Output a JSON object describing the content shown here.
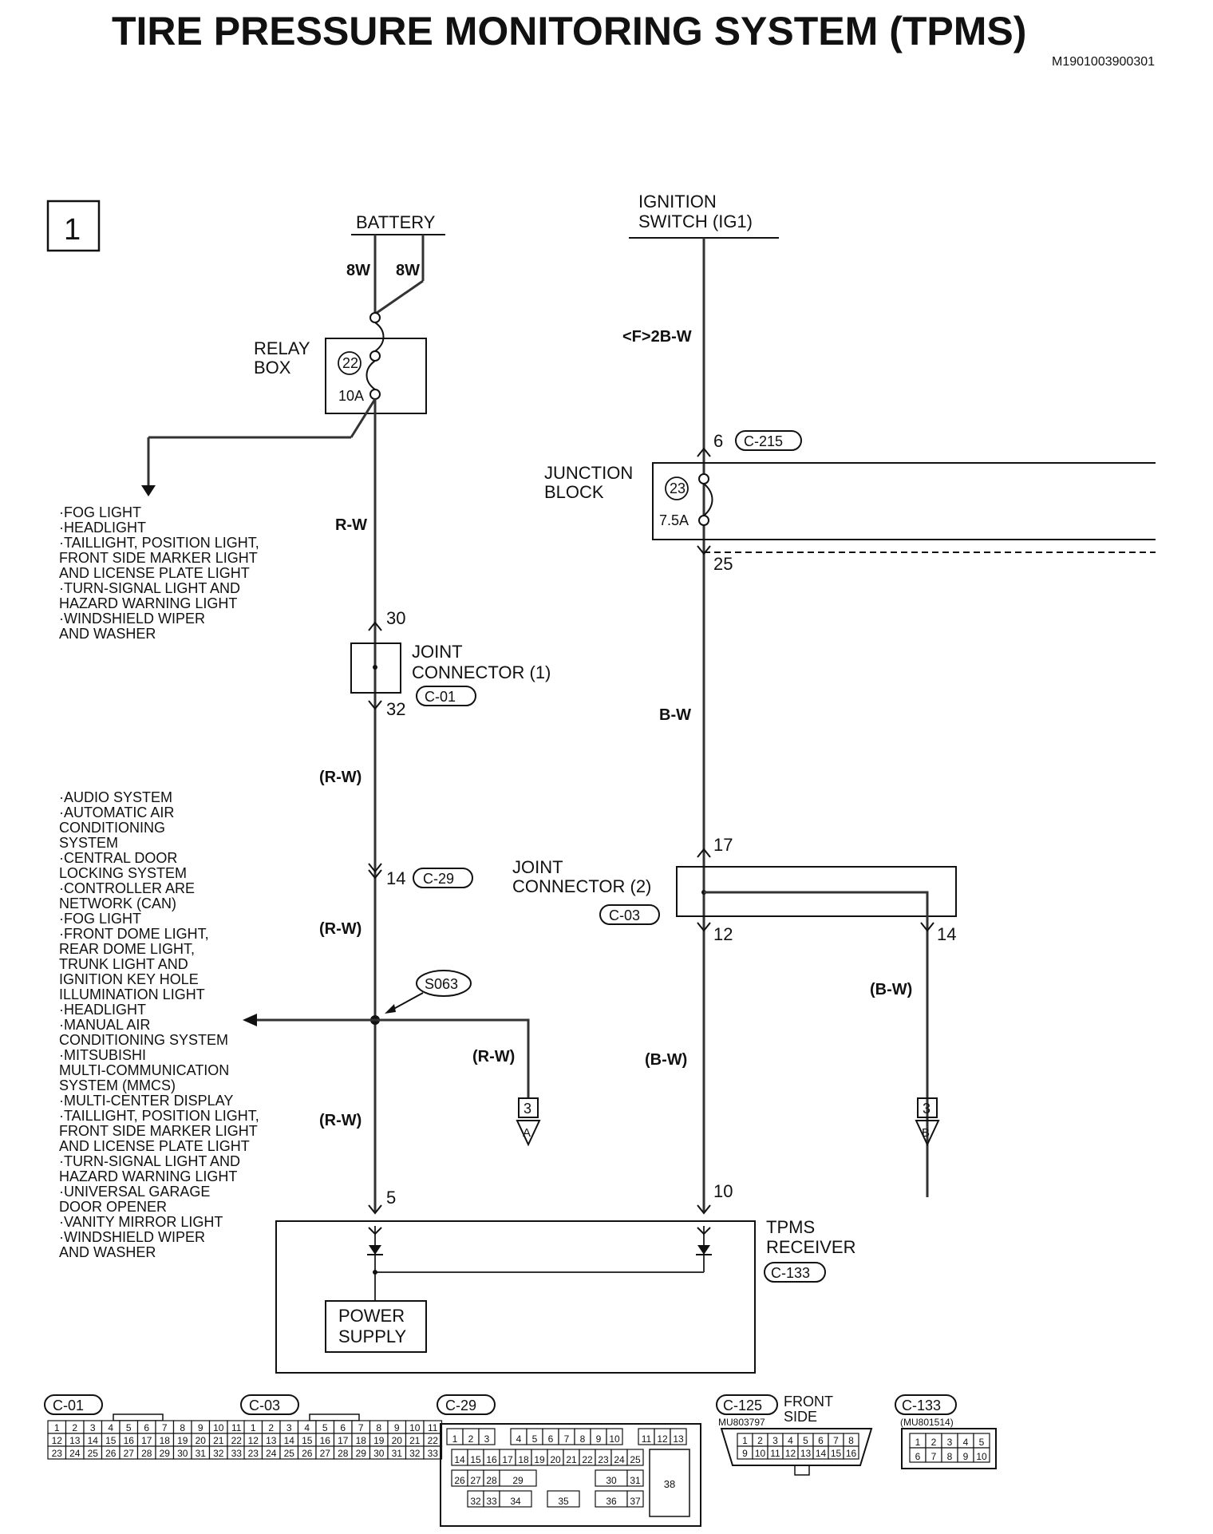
{
  "title": "TIRE PRESSURE MONITORING SYSTEM (TPMS)",
  "doc_id": "M1901003900301",
  "page_box": "1",
  "battery": {
    "label": "BATTERY",
    "wire_a": "8W",
    "wire_b": "8W"
  },
  "relay_box": {
    "label_line1": "RELAY",
    "label_line2": "BOX",
    "fuse_no": "22",
    "fuse_rating": "10A"
  },
  "left_outputs_top": [
    "·FOG LIGHT",
    "·HEADLIGHT",
    "·TAILLIGHT, POSITION LIGHT,",
    " FRONT SIDE MARKER LIGHT",
    " AND LICENSE PLATE LIGHT",
    "·TURN-SIGNAL LIGHT AND",
    " HAZARD WARNING LIGHT",
    "·WINDSHIELD WIPER",
    " AND WASHER"
  ],
  "left_outputs_bottom": [
    "·AUDIO SYSTEM",
    "·AUTOMATIC AIR",
    " CONDITIONING",
    " SYSTEM",
    "·CENTRAL DOOR",
    " LOCKING SYSTEM",
    "·CONTROLLER ARE",
    " NETWORK (CAN)",
    "·FOG LIGHT",
    "·FRONT DOME LIGHT,",
    " REAR DOME LIGHT,",
    " TRUNK LIGHT AND",
    " IGNITION KEY HOLE",
    " ILLUMINATION LIGHT",
    "·HEADLIGHT",
    "·MANUAL AIR",
    " CONDITIONING SYSTEM",
    "·MITSUBISHI",
    " MULTI-COMMUNICATION",
    " SYSTEM (MMCS)",
    "·MULTI-CENTER DISPLAY",
    "·TAILLIGHT, POSITION LIGHT,",
    " FRONT SIDE MARKER LIGHT",
    " AND LICENSE PLATE LIGHT",
    "·TURN-SIGNAL LIGHT AND",
    " HAZARD WARNING LIGHT",
    "·UNIVERSAL GARAGE",
    " DOOR OPENER",
    "·VANITY MIRROR LIGHT",
    "·WINDSHIELD WIPER",
    " AND WASHER"
  ],
  "wire_colors": {
    "rw": "R-W",
    "rw_paren": "(R-W)",
    "bw": "B-W",
    "bw_paren": "(B-W)",
    "f_2bw": "<F>2B-W"
  },
  "joint_connector_1": {
    "line1": "JOINT",
    "line2": "CONNECTOR (1)",
    "code": "C-01",
    "pin_in": "30",
    "pin_out": "32"
  },
  "c29": {
    "pin": "14",
    "code": "C-29"
  },
  "splice": "S063",
  "ignition": {
    "line1": "IGNITION",
    "line2": "SWITCH (IG1)"
  },
  "junction_block": {
    "line1": "JUNCTION",
    "line2": "BLOCK",
    "pin_in": "6",
    "code": "C-215",
    "fuse_no": "23",
    "fuse_rating": "7.5A",
    "pin_out": "25"
  },
  "joint_connector_2": {
    "line1": "JOINT",
    "line2": "CONNECTOR (2)",
    "code": "C-03",
    "pin_in": "17",
    "pin_out": "12",
    "pin_branch": "14"
  },
  "offpage": [
    {
      "num": "3",
      "letter": "A"
    },
    {
      "num": "3",
      "letter": "B"
    }
  ],
  "tpms_receiver": {
    "line1": "TPMS",
    "line2": "RECEIVER",
    "code": "C-133",
    "pin_a": "5",
    "pin_b": "10",
    "power_line1": "POWER",
    "power_line2": "SUPPLY"
  },
  "connector_views": {
    "c01": {
      "code": "C-01"
    },
    "c03": {
      "code": "C-03"
    },
    "c29": {
      "code": "C-29"
    },
    "c125": {
      "code": "C-125",
      "part": "MU803797",
      "side_line1": "FRONT",
      "side_line2": "SIDE"
    },
    "c133": {
      "code": "C-133",
      "part": "(MU801514)"
    }
  },
  "grid_rows_22": [
    [
      "1",
      "2",
      "3",
      "4",
      "5",
      "6",
      "7",
      "8",
      "9",
      "10",
      "11"
    ],
    [
      "12",
      "13",
      "14",
      "15",
      "16",
      "17",
      "18",
      "19",
      "20",
      "21",
      "22"
    ],
    [
      "23",
      "24",
      "25",
      "26",
      "27",
      "28",
      "29",
      "30",
      "31",
      "32",
      "33"
    ]
  ],
  "c125_rows": [
    [
      "1",
      "2",
      "3",
      "4",
      "5",
      "6",
      "7",
      "8"
    ],
    [
      "9",
      "10",
      "11",
      "12",
      "13",
      "14",
      "15",
      "16"
    ]
  ],
  "c133_rows": [
    [
      "1",
      "2",
      "3",
      "4",
      "5"
    ],
    [
      "6",
      "7",
      "8",
      "9",
      "10"
    ]
  ],
  "c29_rows": {
    "r1": [
      "1",
      "2",
      "3",
      "4",
      "5",
      "6",
      "7",
      "8",
      "9",
      "10",
      "11",
      "12",
      "13"
    ],
    "r2": [
      "14",
      "15",
      "16",
      "17",
      "18",
      "19",
      "20",
      "21",
      "22",
      "23",
      "24",
      "25"
    ],
    "r3": [
      "26",
      "27",
      "28",
      "29",
      "30",
      "31"
    ],
    "r4": [
      "32",
      "33",
      "34",
      "35",
      "36",
      "37"
    ],
    "big": "38"
  }
}
